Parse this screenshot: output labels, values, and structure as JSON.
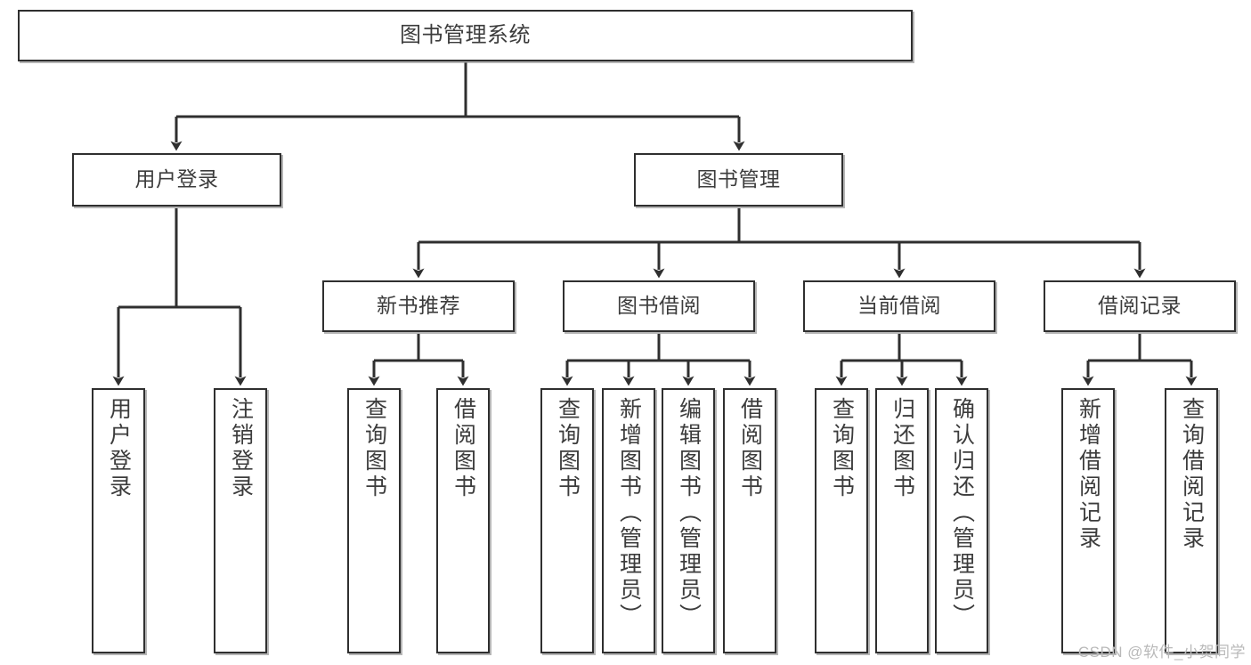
{
  "diagram": {
    "title": "图书管理系统",
    "type": "tree-hierarchy-chart",
    "colors": {
      "box_border": "#2f2f2f",
      "box_fill": "#ffffff",
      "text": "#3c3c3c",
      "edge": "#2f2f2f",
      "watermark": "#b9b9b9",
      "background": "#ffffff"
    },
    "root": {
      "label": "图书管理系统"
    },
    "level2": [
      {
        "label": "用户登录"
      },
      {
        "label": "图书管理"
      }
    ],
    "level3": [
      {
        "label": "新书推荐"
      },
      {
        "label": "图书借阅"
      },
      {
        "label": "当前借阅"
      },
      {
        "label": "借阅记录"
      }
    ],
    "leaves": {
      "user_login": [
        {
          "label": "用户登录"
        },
        {
          "label": "注销登录"
        }
      ],
      "new_book_recommend": [
        {
          "label": "查询图书"
        },
        {
          "label": "借阅图书"
        }
      ],
      "book_borrow": [
        {
          "label": "查询图书"
        },
        {
          "label": "新增图书（管理员）"
        },
        {
          "label": "编辑图书（管理员）"
        },
        {
          "label": "借阅图书"
        }
      ],
      "current_borrow": [
        {
          "label": "查询图书"
        },
        {
          "label": "归还图书"
        },
        {
          "label": "确认归还（管理员）"
        }
      ],
      "borrow_record": [
        {
          "label": "新增借阅记录"
        },
        {
          "label": "查询借阅记录"
        }
      ]
    }
  },
  "watermark": {
    "text": "CSDN @软件_小贺同学"
  }
}
